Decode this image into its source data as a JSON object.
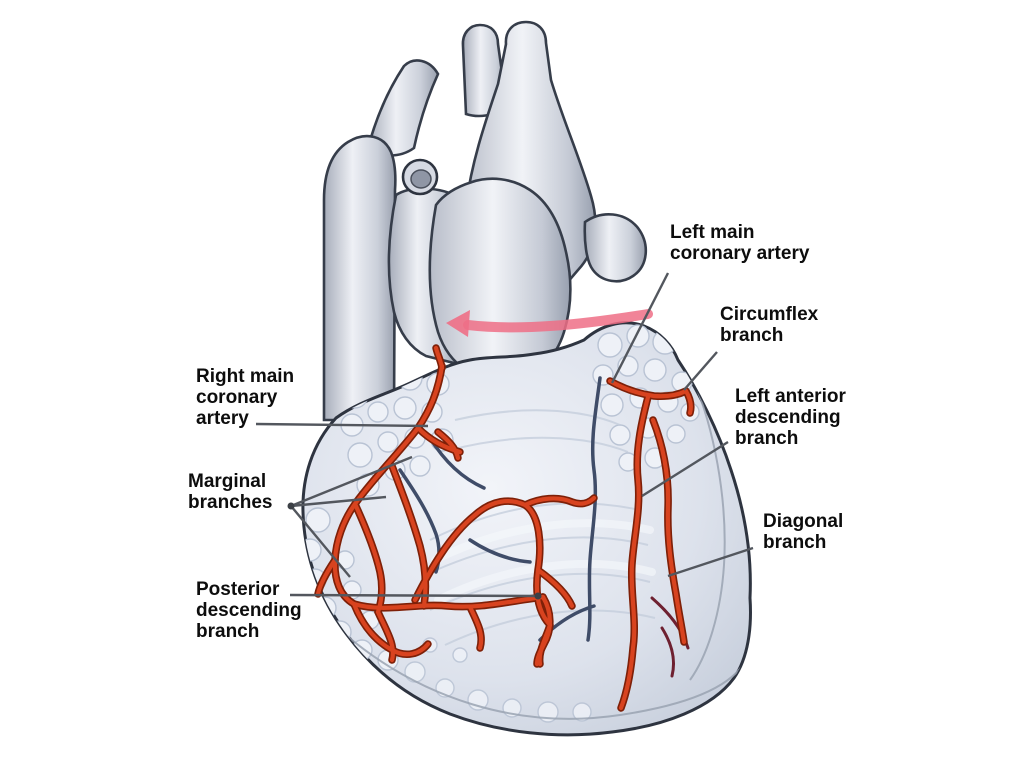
{
  "figure": {
    "type": "anatomical-diagram",
    "subject": "Coronary arteries of the heart (anterior view)",
    "background": "#ffffff",
    "colors": {
      "artery_red": "#d8431f",
      "artery_outline": "#7e2008",
      "vein_dark": "#3f4c68",
      "heart_body_gray": "#dde2ec",
      "vessel_gray": "#cbd0da",
      "outline_dark": "#2e3440",
      "label_text": "#0d0d0d",
      "leader_line_gray": "#53575e",
      "flow_arrow_pink": "#ee6f86"
    },
    "labels": {
      "left_main": {
        "text": "Left main\ncoronary artery"
      },
      "circumflex": {
        "text": "Circumflex\nbranch"
      },
      "right_main": {
        "text": "Right main\ncoronary\nartery"
      },
      "lad": {
        "text": "Left anterior\ndescending\nbranch"
      },
      "marginal": {
        "text": "Marginal\nbranches"
      },
      "diagonal": {
        "text": "Diagonal\nbranch"
      },
      "posterior": {
        "text": "Posterior\ndescending\nbranch"
      }
    }
  }
}
